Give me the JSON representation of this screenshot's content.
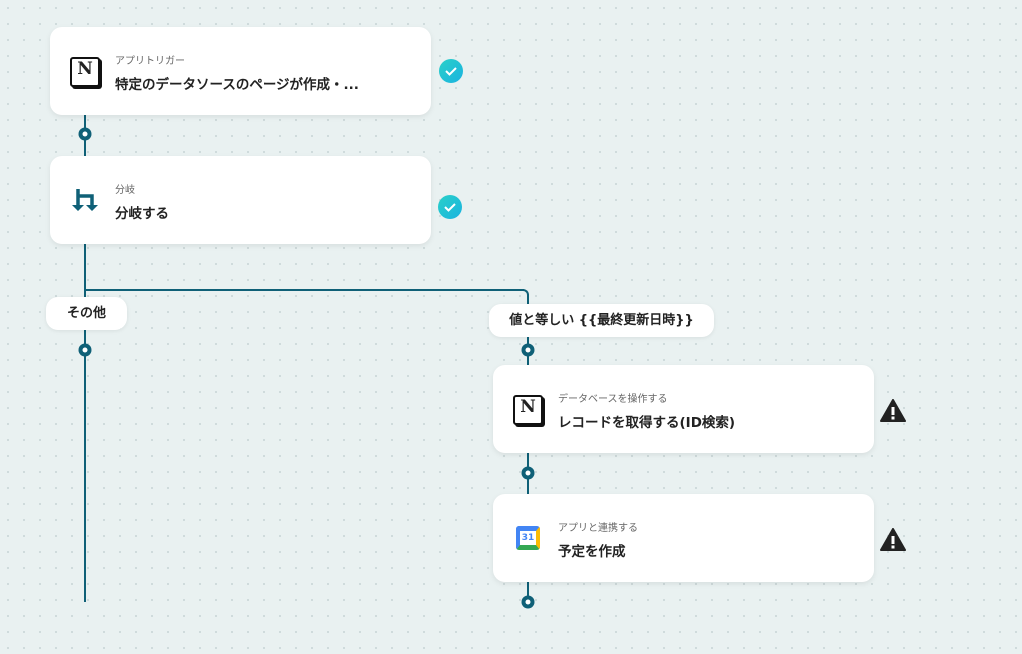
{
  "steps": [
    {
      "subtitle": "アプリトリガー",
      "title": "特定のデータソースのページが作成・...",
      "icon": "notion-icon",
      "status": "success"
    },
    {
      "subtitle": "分岐",
      "title": "分岐する",
      "icon": "branch-icon",
      "status": "success"
    },
    {
      "subtitle": "データベースを操作する",
      "title": "レコードを取得する(ID検索)",
      "icon": "notion-icon",
      "status": "warning"
    },
    {
      "subtitle": "アプリと連携する",
      "title": "予定を作成",
      "icon": "google-calendar-icon",
      "status": "warning"
    }
  ],
  "branches": {
    "left": "その他",
    "right": "値と等しい {{最終更新日時}}"
  },
  "calendar_day": "31",
  "colors": {
    "line": "#0f6077",
    "success": "#22c3d4",
    "warning": "#222222"
  }
}
